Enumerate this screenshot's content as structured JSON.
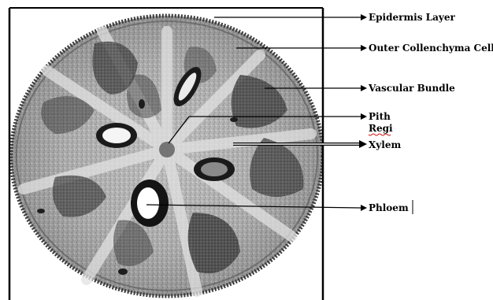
{
  "labels": {
    "epidermis": "Epidermis Layer",
    "outer_collenchyma": "Outer Collenchyma Cell",
    "vascular_bundle": "Vascular Bundle",
    "pith": "Pith",
    "regi": "Regi",
    "xylem": "Xylem",
    "phloem": "Phloem"
  },
  "colors": {
    "tissue_dark": "#2b2b2b",
    "tissue_mid": "#7a7a7a",
    "tissue_light": "#c8c8c8",
    "spell_underline": "#d01818"
  }
}
